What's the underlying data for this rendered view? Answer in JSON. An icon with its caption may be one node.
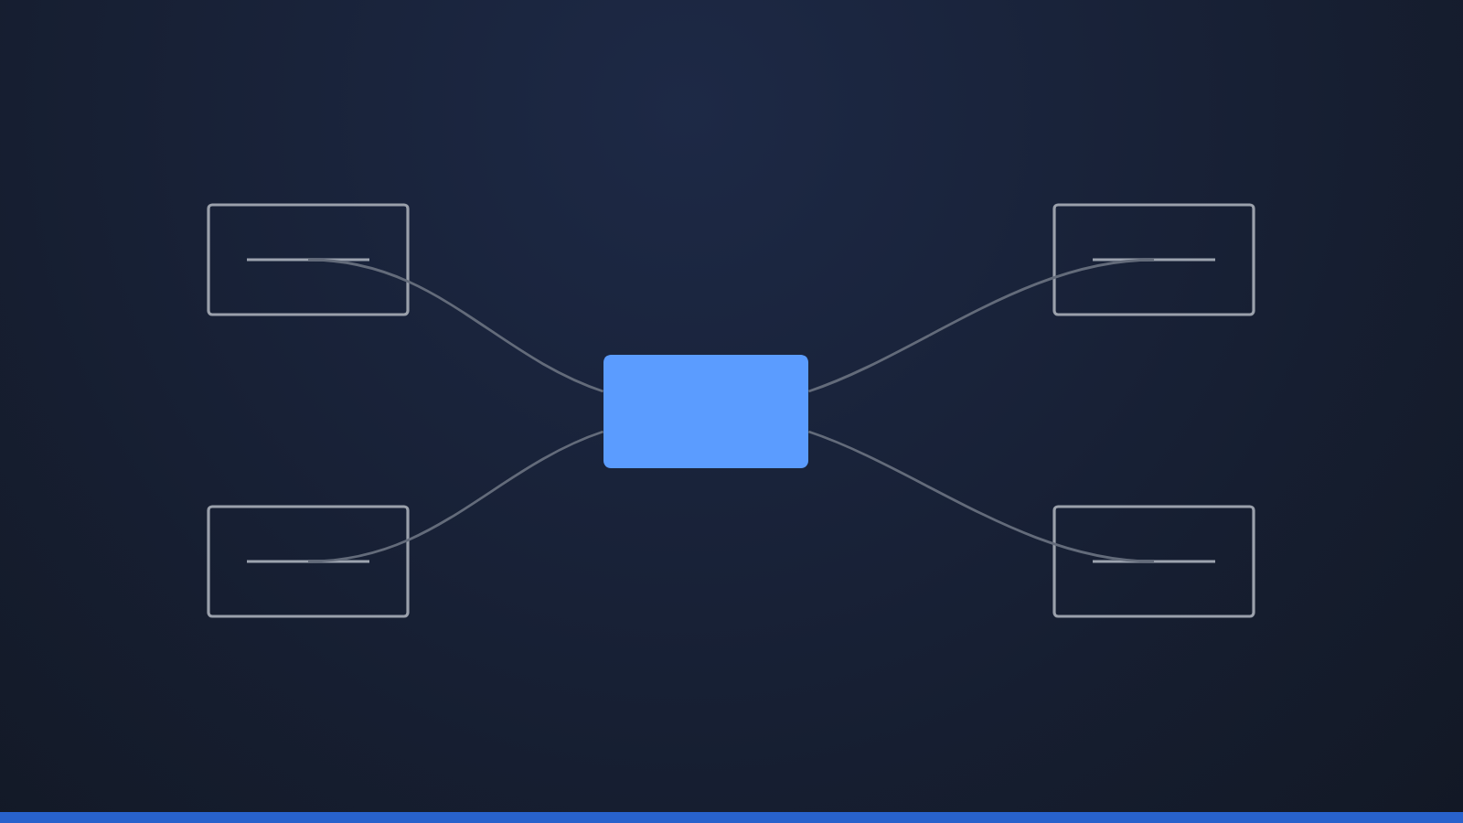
{
  "diagram": {
    "nodes": [
      {
        "text": [],
        "shape": "box"
      },
      {
        "text": [],
        "shape": "box"
      },
      {
        "text": [],
        "shape": "box"
      },
      {
        "text": [],
        "shape": "box"
      },
      {
        "text": [],
        "shape": "box"
      }
    ],
    "edges": [
      {
        "from": 2,
        "to": 0,
        "arrow": "none"
      },
      {
        "from": 2,
        "to": 1,
        "arrow": "none"
      },
      {
        "from": 2,
        "to": 3,
        "arrow": "none"
      },
      {
        "from": 2,
        "to": 4,
        "arrow": "none"
      }
    ]
  }
}
